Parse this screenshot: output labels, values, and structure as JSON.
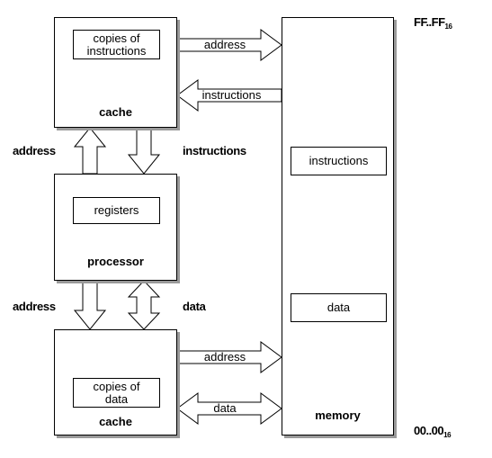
{
  "cache_top": {
    "inner_label": "copies of instructions",
    "label": "cache"
  },
  "processor": {
    "inner_label": "registers",
    "label": "processor"
  },
  "cache_bottom": {
    "inner_label": "copies of data",
    "label": "cache"
  },
  "memory": {
    "instructions_label": "instructions",
    "data_label": "data",
    "label": "memory",
    "top_address": {
      "main": "FF..FF",
      "sub": "16"
    },
    "bottom_address": {
      "main": "00..00",
      "sub": "16"
    }
  },
  "connections": {
    "cache_to_memory_address": "address",
    "memory_to_cache_instructions": "instructions",
    "processor_to_cache_address": "address",
    "cache_to_processor_instructions": "instructions",
    "processor_to_cache_address_lower": "address",
    "processor_cache_data": "data",
    "cache_to_memory_address_lower": "address",
    "cache_memory_data": "data"
  },
  "colors": {
    "line": "#000000",
    "fill": "#ffffff",
    "shadow": "#9a9a9a"
  }
}
